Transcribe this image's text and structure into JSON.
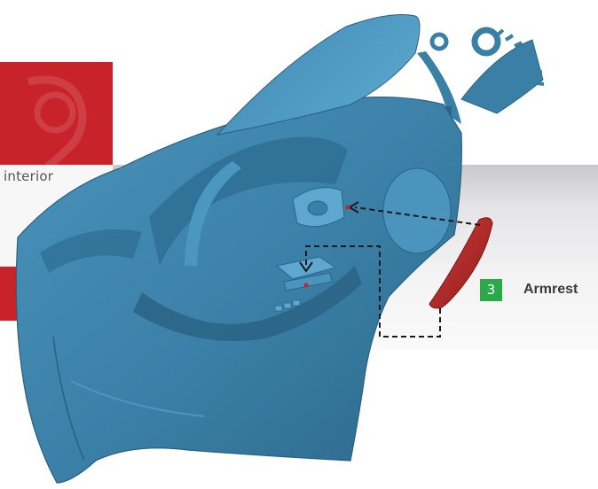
{
  "section_label": "interior",
  "callout": {
    "number": "3",
    "label": "Armrest"
  },
  "colors": {
    "brand_red": "#c8232b",
    "part_blue": "#3a7fa6",
    "armrest_red": "#b1272a",
    "badge_green": "#2aa84a"
  }
}
